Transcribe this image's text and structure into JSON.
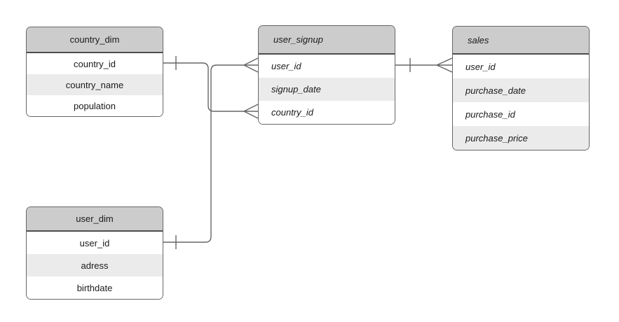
{
  "diagram": {
    "type": "entity-relationship",
    "tables": [
      {
        "id": "country_dim",
        "title": "country_dim",
        "rows": [
          "country_id",
          "country_name",
          "population"
        ]
      },
      {
        "id": "user_signup",
        "title": "user_signup",
        "rows": [
          "user_id",
          "signup_date",
          "country_id"
        ]
      },
      {
        "id": "sales",
        "title": "sales",
        "rows": [
          "user_id",
          "purchase_date",
          "purchase_id",
          "purchase_price"
        ]
      },
      {
        "id": "user_dim",
        "title": "user_dim",
        "rows": [
          "user_id",
          "adress",
          "birthdate"
        ]
      }
    ],
    "relationships": [
      {
        "from": "country_dim.country_id",
        "to": "user_signup.country_id",
        "from_cardinality": "one",
        "to_cardinality": "many"
      },
      {
        "from": "user_dim.user_id",
        "to": "user_signup.user_id",
        "from_cardinality": "one",
        "to_cardinality": "many"
      },
      {
        "from": "user_signup.user_id",
        "to": "sales.user_id",
        "from_cardinality": "one",
        "to_cardinality": "many"
      }
    ],
    "colors": {
      "header_fill": "#cccccc",
      "row_fill": "#ffffff",
      "row_alt_fill": "#ebebeb",
      "stroke": "#666666",
      "header_divider": "#4d4d4d",
      "text": "#1a1a1a",
      "background": "#ffffff"
    }
  }
}
